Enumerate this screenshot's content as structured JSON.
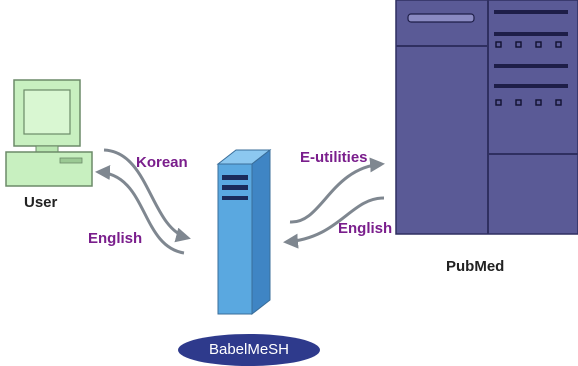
{
  "labels": {
    "user": "User",
    "pubmed": "PubMed",
    "babelmesh": "BabelMeSH",
    "korean": "Korean",
    "english_left": "English",
    "eutilities": "E-utilities",
    "english_right": "English"
  },
  "colors": {
    "computer": "#c8f0c0",
    "server": "#5aa8e0",
    "pubmed_building": "#5a5a96",
    "arrows": "#7f8790",
    "label_text": "#7a1e8c",
    "badge": "#2e3a8c"
  },
  "icons": {
    "user": "computer-icon",
    "middle": "server-icon",
    "right": "database-building-icon"
  }
}
